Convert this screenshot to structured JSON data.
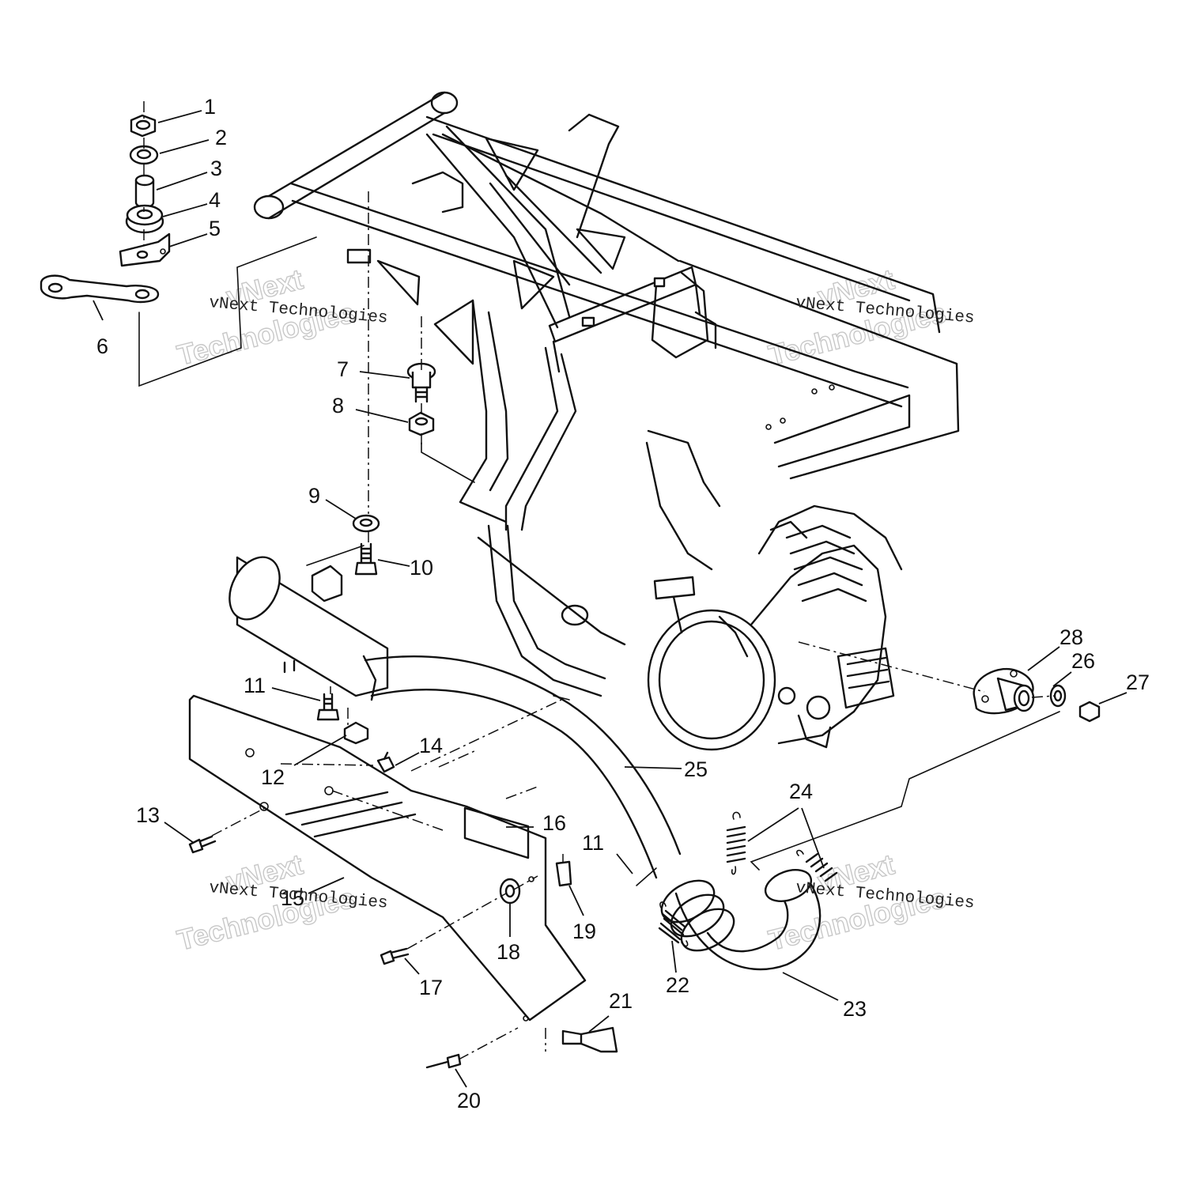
{
  "callouts": [
    {
      "id": "1",
      "label": "1"
    },
    {
      "id": "2",
      "label": "2"
    },
    {
      "id": "3",
      "label": "3"
    },
    {
      "id": "4",
      "label": "4"
    },
    {
      "id": "5",
      "label": "5"
    },
    {
      "id": "6",
      "label": "6"
    },
    {
      "id": "7",
      "label": "7"
    },
    {
      "id": "8",
      "label": "8"
    },
    {
      "id": "9",
      "label": "9"
    },
    {
      "id": "10",
      "label": "10"
    },
    {
      "id": "11a",
      "label": "11"
    },
    {
      "id": "11b",
      "label": "11"
    },
    {
      "id": "12",
      "label": "12"
    },
    {
      "id": "13",
      "label": "13"
    },
    {
      "id": "14",
      "label": "14"
    },
    {
      "id": "15",
      "label": "15"
    },
    {
      "id": "16",
      "label": "16"
    },
    {
      "id": "17",
      "label": "17"
    },
    {
      "id": "18",
      "label": "18"
    },
    {
      "id": "19",
      "label": "19"
    },
    {
      "id": "20",
      "label": "20"
    },
    {
      "id": "21",
      "label": "21"
    },
    {
      "id": "22",
      "label": "22"
    },
    {
      "id": "23",
      "label": "23"
    },
    {
      "id": "24",
      "label": "24"
    },
    {
      "id": "25",
      "label": "25"
    },
    {
      "id": "26",
      "label": "26"
    },
    {
      "id": "27",
      "label": "27"
    },
    {
      "id": "28",
      "label": "28"
    }
  ],
  "watermark": {
    "line1": "vNext",
    "line2": "Technologies",
    "full": "vNext Technologies"
  }
}
